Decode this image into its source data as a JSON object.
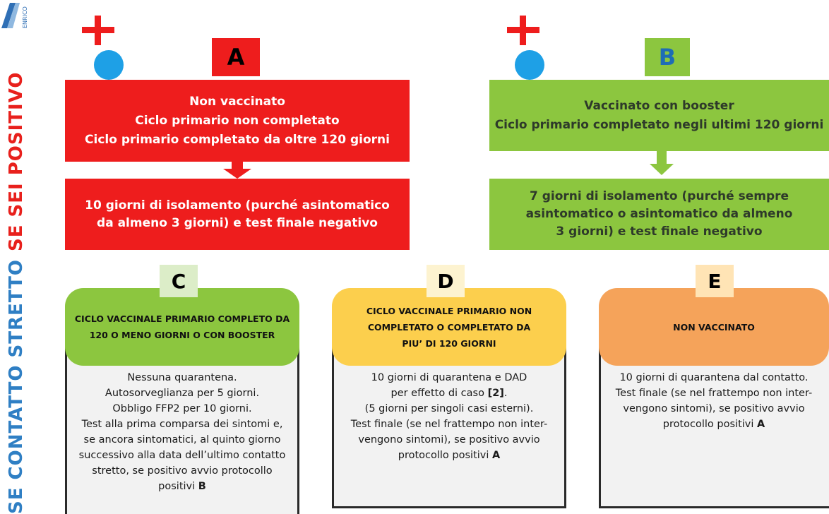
{
  "side_labels": {
    "positive": "SE SEI POSITIVO",
    "contact": "SE CONTATTO STRETTO"
  },
  "logo": {
    "text": "ENRICO"
  },
  "colors": {
    "red": "#ee1d1d",
    "green": "#8cc63f",
    "blue_label": "#2f7fc4",
    "yellow": "#fccf4d",
    "orange": "#f5a35a",
    "panel_bg": "#f2f2f2"
  },
  "boxes": {
    "A": {
      "letter": "A",
      "lines": [
        "Non vaccinato",
        "Ciclo primario non completato",
        "Ciclo primario completato da oltre 120 giorni"
      ],
      "result": [
        "10 giorni di isolamento (purché asintomatico",
        "da almeno 3 giorni) e test finale negativo"
      ]
    },
    "B": {
      "letter": "B",
      "lines": [
        "Vaccinato con booster",
        "Ciclo primario completato negli ultimi 120 giorni"
      ],
      "result": [
        "7 giorni di isolamento (purché sempre",
        "asintomatico o asintomatico da almeno",
        "3 giorni) e test finale negativo"
      ]
    },
    "C": {
      "letter": "C",
      "title": [
        "CICLO VACCINALE PRIMARIO COMPLETO DA",
        "120 O MENO GIORNI O CON BOOSTER"
      ],
      "body": [
        "Nessuna quarantena.",
        "Autosorveglianza per 5 giorni.",
        "Obbligo FFP2 per 10 giorni.",
        "Test alla prima comparsa dei sintomi e,",
        "se ancora sintomatici, al quinto giorno",
        "successivo alla data dell’ultimo contatto",
        "stretto, se positivo avvio protocollo"
      ],
      "last_prefix": "positivi ",
      "last_ref": "B"
    },
    "D": {
      "letter": "D",
      "title": [
        "CICLO VACCINALE PRIMARIO NON",
        "COMPLETATO O COMPLETATO DA",
        "PIU’ DI 120 GIORNI"
      ],
      "body": [
        "10 giorni di quarantena e DAD"
      ],
      "line2_prefix": "per effetto  di caso ",
      "line2_ref": "[2]",
      "line2_suffix": ".",
      "body_rest": [
        "(5 giorni per singoli casi esterni).",
        "Test finale (se nel frattempo non inter-",
        "vengono sintomi), se positivo avvio"
      ],
      "last_prefix": "protocollo positivi ",
      "last_ref": "A"
    },
    "E": {
      "letter": "E",
      "title": [
        "NON VACCINATO"
      ],
      "body": [
        "10 giorni di quarantena dal contatto.",
        "Test finale (se nel frattempo non inter-",
        "vengono sintomi), se positivo avvio"
      ],
      "last_prefix": "protocollo positivi ",
      "last_ref": "A"
    }
  }
}
